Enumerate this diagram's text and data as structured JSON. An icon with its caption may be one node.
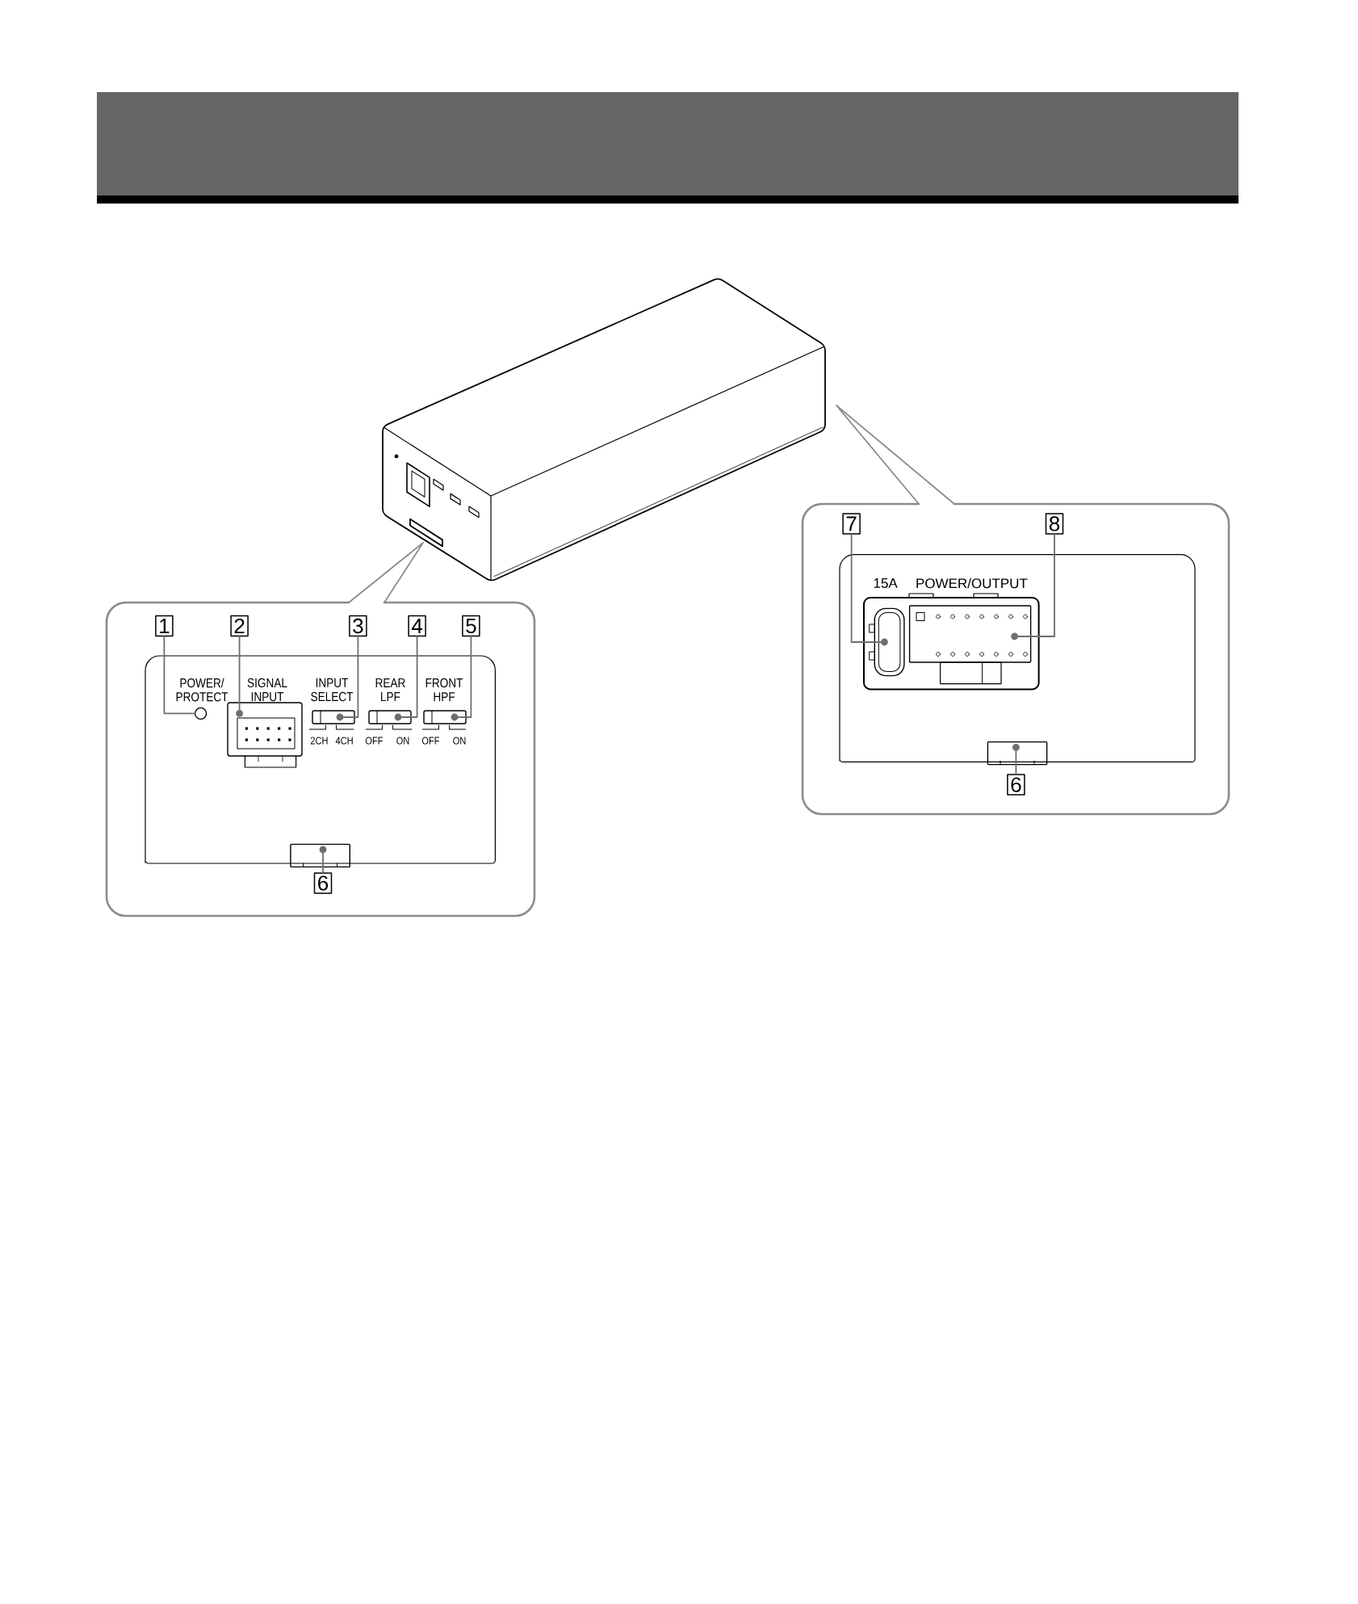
{
  "diagram": {
    "nodes": [
      {
        "text": [
          "1"
        ]
      },
      {
        "text": [],
        "shape": "circle"
      },
      {
        "text": [
          "2"
        ]
      },
      {
        "text": [],
        "shape": "box"
      },
      {
        "text": [
          "3"
        ]
      },
      {
        "text": [],
        "shape": "box"
      },
      {
        "text": [
          "4"
        ]
      },
      {
        "text": [],
        "shape": "box"
      },
      {
        "text": [
          "5"
        ]
      },
      {
        "text": [],
        "shape": "box"
      },
      {
        "text": [
          "6"
        ]
      },
      {
        "text": [],
        "shape": "box"
      },
      {
        "text": [
          "7"
        ]
      },
      {
        "text": [],
        "shape": "box"
      },
      {
        "text": [
          "8"
        ]
      },
      {
        "text": [],
        "shape": "box"
      },
      {
        "text": [
          "6"
        ]
      },
      {
        "text": [],
        "shape": "box"
      }
    ],
    "edges": [
      {
        "from": 0,
        "to": 1,
        "arrow": "none"
      },
      {
        "from": 2,
        "to": 3,
        "arrow": "none"
      },
      {
        "from": 4,
        "to": 5,
        "arrow": "none"
      },
      {
        "from": 6,
        "to": 7,
        "arrow": "none"
      },
      {
        "from": 8,
        "to": 9,
        "arrow": "none"
      },
      {
        "from": 10,
        "to": 11,
        "arrow": "none"
      },
      {
        "from": 12,
        "to": 13,
        "arrow": "none"
      },
      {
        "from": 14,
        "to": 15,
        "arrow": "none"
      },
      {
        "from": 16,
        "to": 17,
        "arrow": "none"
      }
    ],
    "labels": [
      "POWER/ PROTECT",
      "SIGNAL INPUT",
      "INPUT SELECT",
      "REAR LPF",
      "FRONT HPF",
      "2CH",
      "4CH",
      "OFF",
      "ON",
      "OFF",
      "ON",
      "15A",
      "POWER/OUTPUT"
    ]
  }
}
